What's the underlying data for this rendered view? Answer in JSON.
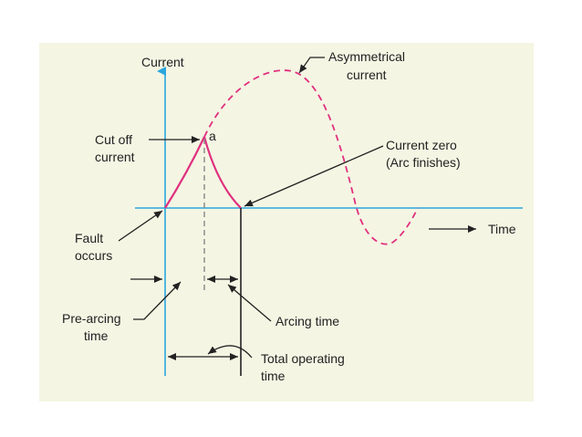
{
  "colors": {
    "panel": "#f4f5e3",
    "axis": "#2aa6de",
    "curve": "#e0307e",
    "ink": "#222222",
    "dash": "#888888"
  },
  "labels": {
    "current_axis": "Current",
    "asymmetrical_line1": "Asymmetrical",
    "asymmetrical_line2": "current",
    "cutoff_line1": "Cut off",
    "cutoff_line2": "current",
    "point_a": "a",
    "current_zero_line1": "Current zero",
    "current_zero_line2": "(Arc finishes)",
    "time_axis": "Time",
    "fault_line1": "Fault",
    "fault_line2": "occurs",
    "pre_arcing_line1": "Pre-arcing",
    "pre_arcing_line2": "time",
    "arcing_time": "Arcing time",
    "total_line1": "Total operating",
    "total_line2": "time"
  }
}
